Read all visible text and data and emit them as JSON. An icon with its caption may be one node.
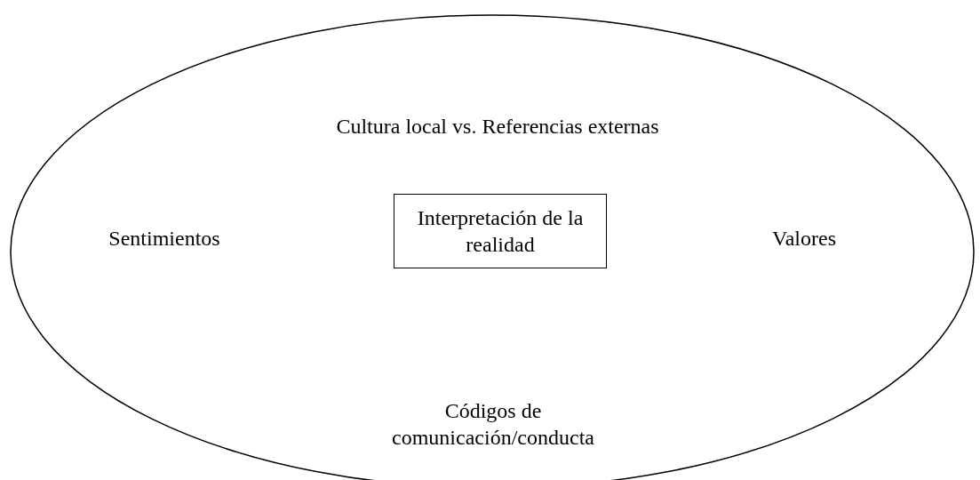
{
  "diagram": {
    "nodes": [
      {
        "text": [
          "Cultura local vs. Referencias externas",
          "Sentimientos",
          "Valores",
          "Códigos de comunicación/conducta"
        ]
      },
      {
        "text": [
          "Interpretación de la realidad"
        ],
        "in": 0
      }
    ]
  }
}
